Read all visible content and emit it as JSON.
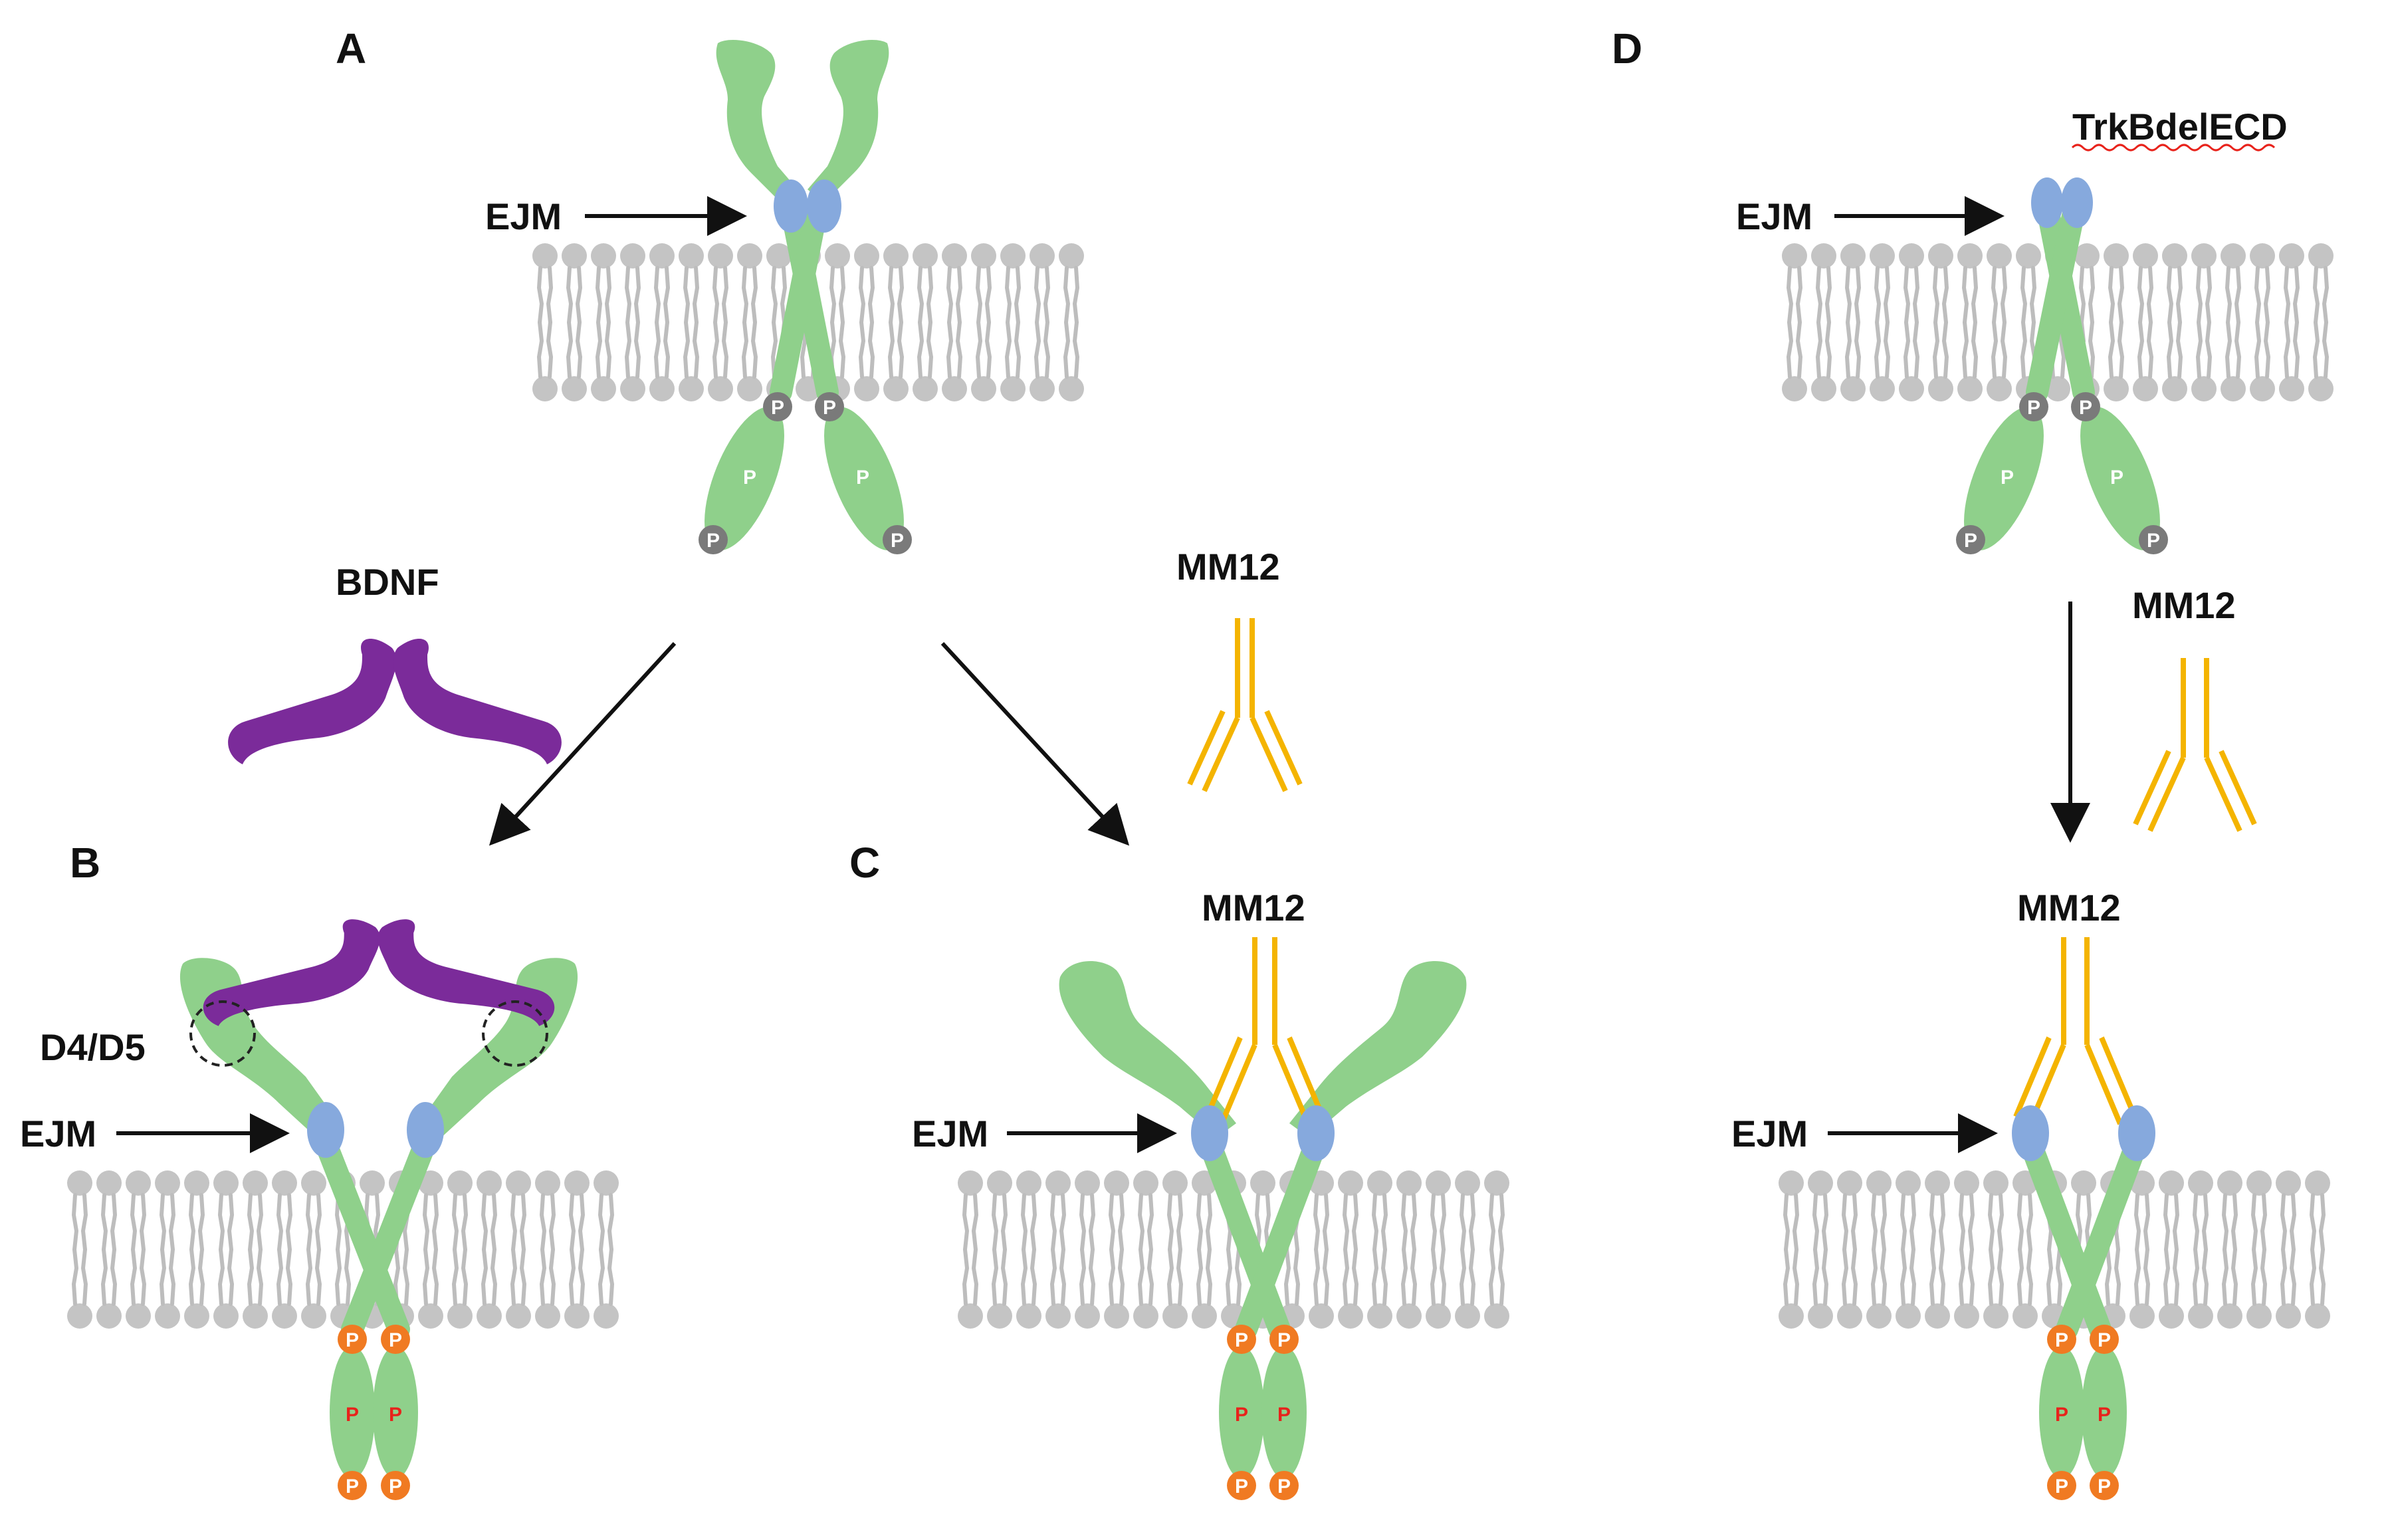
{
  "panels": {
    "a": {
      "letter": "A",
      "ejm": "EJM",
      "phospho": [
        "P",
        "P",
        "P",
        "P",
        "P",
        "P"
      ]
    },
    "b": {
      "letter": "B",
      "ligand": "BDNF",
      "domain": "D4/D5",
      "ejm": "EJM",
      "phospho": [
        "P",
        "P",
        "P",
        "P",
        "P",
        "P"
      ]
    },
    "c": {
      "letter": "C",
      "antibody_free": "MM12",
      "antibody_bound": "MM12",
      "ejm": "EJM",
      "phospho": [
        "P",
        "P",
        "P",
        "P",
        "P",
        "P"
      ]
    },
    "d": {
      "letter": "D",
      "construct": "TrkBdelECD",
      "ejm_top": "EJM",
      "antibody_free": "MM12",
      "antibody_bound": "MM12",
      "ejm_bottom": "EJM",
      "phospho_top": [
        "P",
        "P",
        "P",
        "P",
        "P",
        "P"
      ],
      "phospho_bottom": [
        "P",
        "P",
        "P",
        "P",
        "P",
        "P"
      ]
    }
  },
  "colors": {
    "receptor": "#8fd08b",
    "ejm_domain": "#86a9dd",
    "bdnf": "#7b2b9a",
    "antibody": "#f4b400",
    "membrane": "#c4c4c4",
    "phospho_inactive": "#7a7a7a",
    "phospho_active": "#f07a22",
    "active_mark": "#e8221b"
  }
}
